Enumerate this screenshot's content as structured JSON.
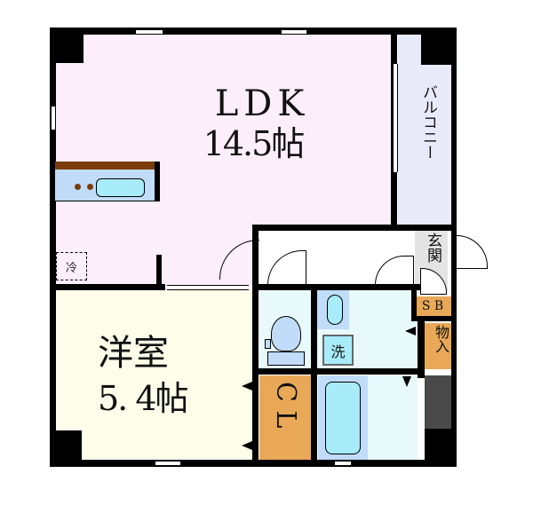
{
  "floorplan": {
    "rooms": {
      "ldk": {
        "name": "LDK",
        "size": "14.5帖",
        "color": "#fdeefc"
      },
      "western": {
        "name": "洋室",
        "size": "5. 4帖",
        "color": "#fdfdea"
      },
      "balcony": {
        "name": "バルコニー",
        "color": "#e8eafa"
      },
      "entrance": {
        "name": "玄関",
        "color": "#e4e4e4"
      },
      "shoebox": {
        "name": "S B",
        "color": "#e8a858"
      },
      "storage": {
        "name": "物入",
        "color": "#e8a858"
      },
      "closet": {
        "name": "C L",
        "color": "#e8a858"
      },
      "toilet": {
        "color": "#e8f9fc"
      },
      "washroom": {
        "color": "#e8f9fc"
      },
      "bath": {
        "color": "#c0dcf8"
      },
      "hallway": {
        "color": "#ffffff"
      }
    },
    "fixtures": {
      "fridge": "冷",
      "washer": "洗"
    }
  }
}
